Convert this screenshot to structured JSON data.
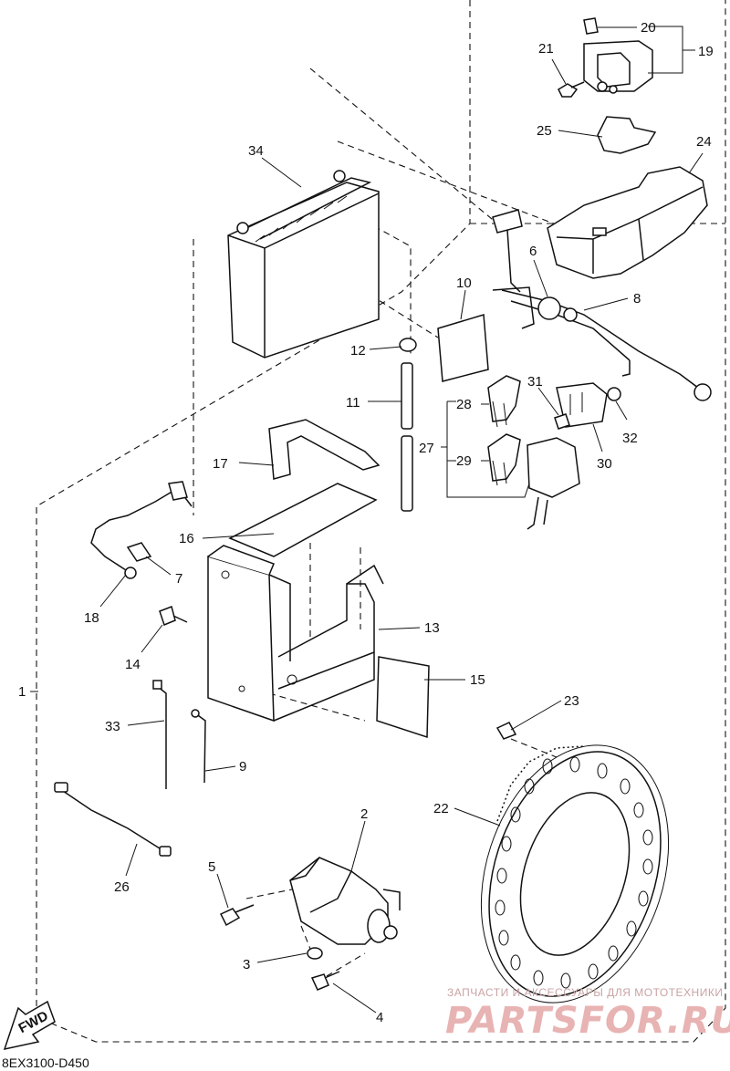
{
  "diagram": {
    "callouts": {
      "c1": "1",
      "c2": "2",
      "c3": "3",
      "c4": "4",
      "c5": "5",
      "c6": "6",
      "c7": "7",
      "c8": "8",
      "c9": "9",
      "c10": "10",
      "c11": "11",
      "c12": "12",
      "c13": "13",
      "c14": "14",
      "c15": "15",
      "c16": "16",
      "c17": "17",
      "c18": "18",
      "c19": "19",
      "c20": "20",
      "c21": "21",
      "c22": "22",
      "c23": "23",
      "c24": "24",
      "c25": "25",
      "c26": "26",
      "c27": "27",
      "c28": "28",
      "c29": "29",
      "c30": "30",
      "c31": "31",
      "c32": "32",
      "c33": "33",
      "c34": "34"
    },
    "fwd_label": "FWD",
    "drawing_code": "8EX3100-D450"
  },
  "watermark": {
    "tagline": "ЗАПЧАСТИ И АКСЕССУАРЫ ДЛЯ МОТОТЕХНИКИ",
    "logo_text": "PARTSFOR.RU"
  }
}
